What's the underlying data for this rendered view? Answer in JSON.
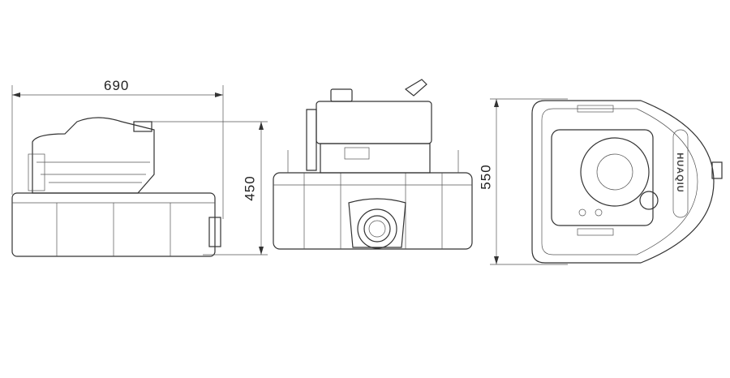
{
  "dimensions": {
    "length": "690",
    "height": "450",
    "width": "550"
  },
  "logo": "HUAQIU",
  "colors": {
    "line": "#333333",
    "background": "#ffffff"
  }
}
